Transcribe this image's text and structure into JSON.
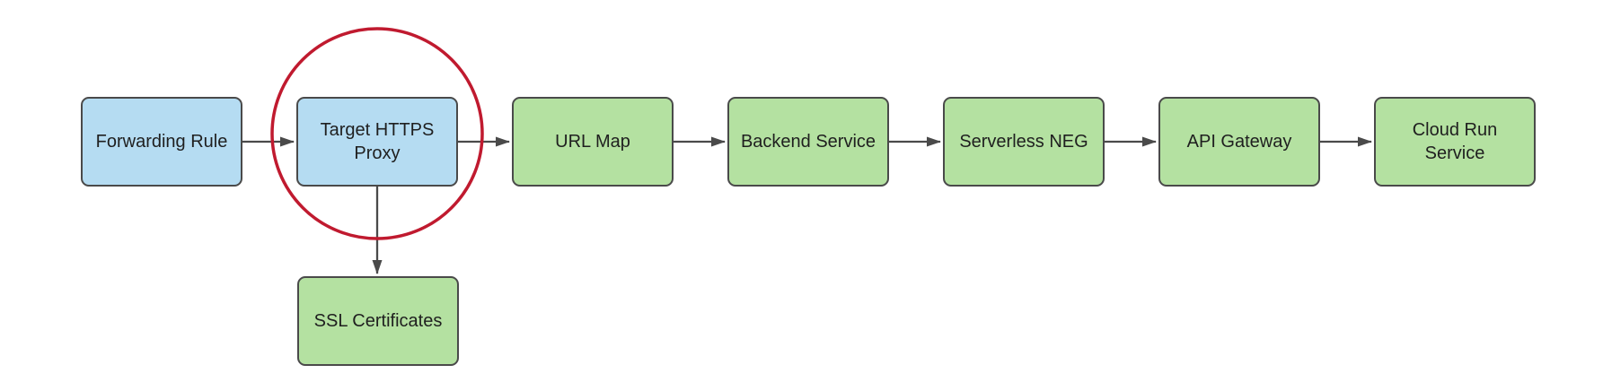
{
  "colors": {
    "background": "#ffffff",
    "node_blue_fill": "#b5dcf2",
    "node_green_fill": "#b4e1a1",
    "node_border": "#4a4a4a",
    "arrow": "#4a4a4a",
    "highlight_circle": "#c01a2f",
    "text": "#1f1f1f"
  },
  "nodes": [
    {
      "id": "forwarding-rule",
      "label": "Forwarding Rule",
      "fill": "blue",
      "highlighted": false
    },
    {
      "id": "target-https-proxy",
      "label": "Target HTTPS\nProxy",
      "fill": "blue",
      "highlighted": true
    },
    {
      "id": "url-map",
      "label": "URL Map",
      "fill": "green",
      "highlighted": false
    },
    {
      "id": "backend-service",
      "label": "Backend Service",
      "fill": "green",
      "highlighted": false
    },
    {
      "id": "serverless-neg",
      "label": "Serverless NEG",
      "fill": "green",
      "highlighted": false
    },
    {
      "id": "api-gateway",
      "label": "API Gateway",
      "fill": "green",
      "highlighted": false
    },
    {
      "id": "cloud-run-service",
      "label": "Cloud Run\nService",
      "fill": "green",
      "highlighted": false
    },
    {
      "id": "ssl-certificates",
      "label": "SSL Certificates",
      "fill": "green",
      "highlighted": false
    }
  ],
  "edges": [
    {
      "from": "forwarding-rule",
      "to": "target-https-proxy",
      "direction": "right"
    },
    {
      "from": "target-https-proxy",
      "to": "url-map",
      "direction": "right"
    },
    {
      "from": "url-map",
      "to": "backend-service",
      "direction": "right"
    },
    {
      "from": "backend-service",
      "to": "serverless-neg",
      "direction": "right"
    },
    {
      "from": "serverless-neg",
      "to": "api-gateway",
      "direction": "right"
    },
    {
      "from": "api-gateway",
      "to": "cloud-run-service",
      "direction": "right"
    },
    {
      "from": "target-https-proxy",
      "to": "ssl-certificates",
      "direction": "down"
    }
  ],
  "annotations": [
    {
      "type": "circle",
      "around": "target-https-proxy",
      "color": "#c01a2f"
    }
  ]
}
